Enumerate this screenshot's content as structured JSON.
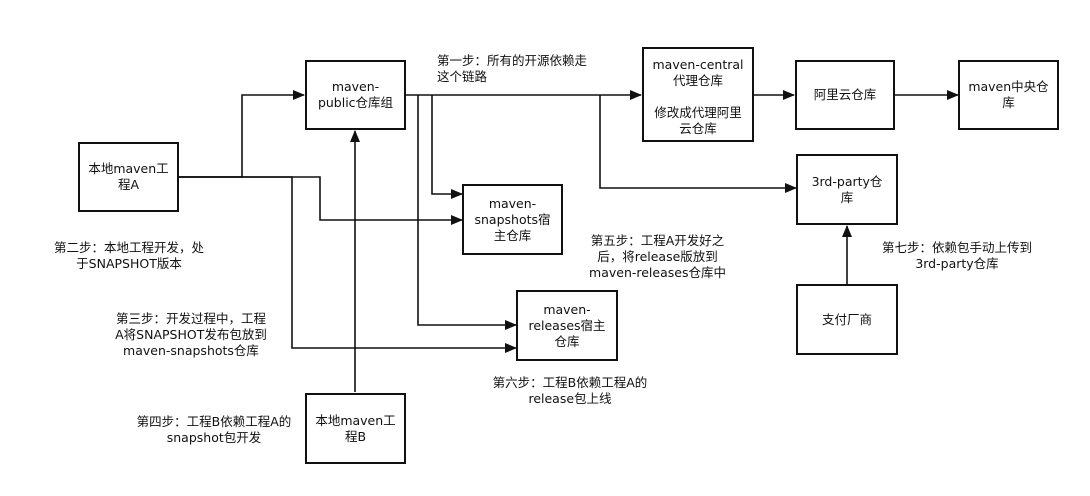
{
  "nodes": {
    "local_a": "本地maven工\n程A",
    "public_group": "maven-\npublic仓库组",
    "central_proxy": "maven-central\n代理仓库\n\n修改成代理阿里\n云仓库",
    "aliyun": "阿里云仓库",
    "maven_central": "maven中央仓\n库",
    "snapshots": "maven-\nsnapshots宿\n主仓库",
    "third_party": "3rd-party仓\n库",
    "releases": "maven-\nreleases宿主\n仓库",
    "payment_vendor": "支付厂商",
    "local_b": "本地maven工\n程B"
  },
  "notes": {
    "step1": "第一步：所有的开源依赖走\n这个链路",
    "step2": "第二步：本地工程开发，处\n于SNAPSHOT版本",
    "step3": "第三步：开发过程中，工程\nA将SNAPSHOT发布包放到\nmaven-snapshots仓库",
    "step4": "第四步：工程B依赖工程A的\nsnapshot包开发",
    "step5": "第五步：工程A开发好之\n后，将release版放到\nmaven-releases仓库中",
    "step6": "第六步：工程B依赖工程A的\nrelease包上线",
    "step7": "第七步：依赖包手动上传到\n3rd-party仓库"
  },
  "colors": {
    "line": "#111111",
    "box_border": "#111111",
    "background": "#ffffff"
  }
}
